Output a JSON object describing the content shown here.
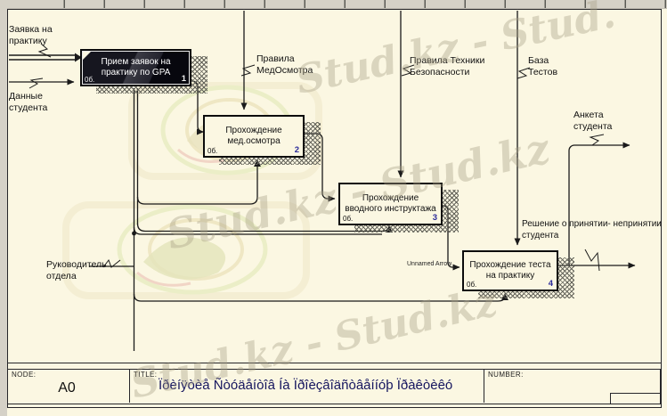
{
  "colors": {
    "sheet_bg": "#fbf7e2",
    "chrome_gray": "#d5d1c7",
    "line": "#1a1a1a",
    "box_dark_fill": "#101018",
    "box_number_blue": "#2a2a9a",
    "watermark": "#a79f85"
  },
  "diagram": {
    "labels": {
      "zayavka": "Заявка на\nпрактику",
      "dannye": "Данные\nстудента",
      "pravila_med": "Правила\nМедОсмотра",
      "pravila_teh": "Правила Техники\nБезопасности",
      "baza_testov": "База\nТестов",
      "anketa": "Анкета\nстудента",
      "reshenie": "Решение о принятии- непринятии\nстудента",
      "rukovoditel": "Руководитель\nотдела",
      "unnamed": "Unnamed Arrow"
    },
    "boxes": [
      {
        "title": "Прием заявок на практику по GPA",
        "cost": "0б.",
        "num": "1"
      },
      {
        "title": "Прохождение мед.осмотра",
        "cost": "0б.",
        "num": "2"
      },
      {
        "title": "Прохождение вводного инструктажа",
        "cost": "0б.",
        "num": "3"
      },
      {
        "title": "Прохождение теста на практику",
        "cost": "0б.",
        "num": "4"
      }
    ],
    "kit": {
      "node_label": "NODE:",
      "node_value": "A0",
      "title_label": "TITLE:",
      "title_value": "Ïðèíÿòèå Ñòóäåíòîâ Íà Ïðîèçâîäñòâåííóþ Ïðàêòèêó",
      "number_label": "NUMBER:"
    },
    "watermarks": {
      "top": "Stud.kz - Stud.",
      "middle": "Stud.kz - Stud.kz",
      "bottom": "Stud.kz - Stud.kz"
    }
  }
}
